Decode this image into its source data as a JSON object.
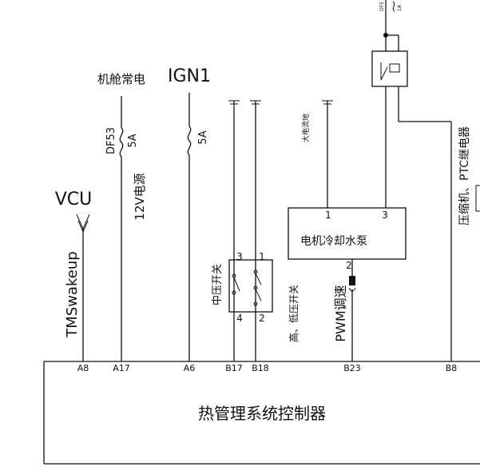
{
  "labels": {
    "cabin_power": "机舱常电",
    "ign1": "IGN1",
    "fuse_df53": "DF53",
    "fuse_5a_1": "5A",
    "fuse_5a_2": "5A",
    "supply_12v": "12V电源",
    "vcu": "VCU",
    "tms_wakeup": "TMSwakeup",
    "mid_pressure_switch": "中压开关",
    "high_low_pressure_switch": "高、低压开关",
    "pwm_speed": "PWM调速",
    "big_ground": "大电流地",
    "pump": "电机冷却水泵",
    "pump_pin1": "1",
    "pump_pin2": "2",
    "pump_pin3": "3",
    "sw_pin1": "1",
    "sw_pin2": "2",
    "sw_pin3": "3",
    "sw_pin4": "4",
    "compressor_ptc_relay": "压缩机、PTC继电器",
    "controller": "热管理系统控制器",
    "top_fuse": "DF5",
    "top_fuse_rating": "1A"
  },
  "pins": [
    "A8",
    "A17",
    "A6",
    "B17",
    "B18",
    "B23",
    "B8"
  ]
}
